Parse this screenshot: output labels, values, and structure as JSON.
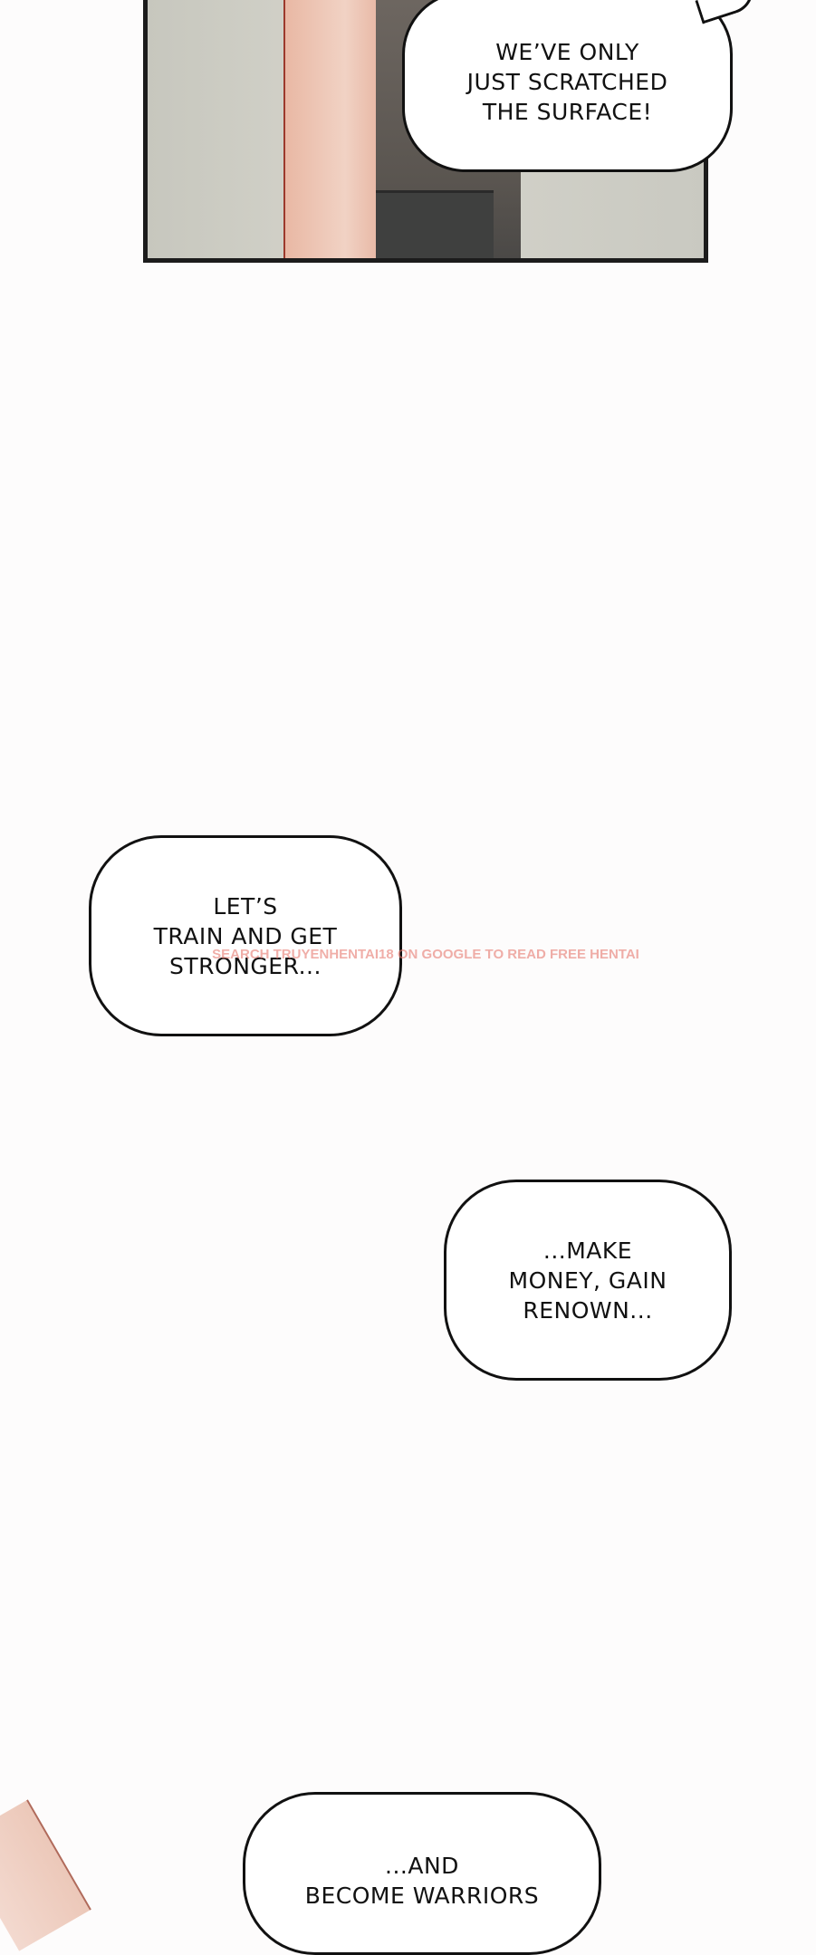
{
  "panel_top": {
    "bubble_text": "WE’VE ONLY\nJUST SCRATCHED\nTHE SURFACE!"
  },
  "bubble_2": {
    "text": "LET’S\nTRAIN AND GET\nSTRONGER..."
  },
  "watermark": {
    "text": "SEARCH TRUYENHENTAI18 ON GOOGLE TO READ FREE HENTAI"
  },
  "bubble_3": {
    "text": "...MAKE\nMONEY, GAIN\nRENOWN..."
  },
  "bubble_4": {
    "text": "...AND\nBECOME WARRIORS"
  },
  "colors": {
    "background": "#fdfcfc",
    "panel_border": "#1c1c1c",
    "watermark": "#e6786e"
  }
}
